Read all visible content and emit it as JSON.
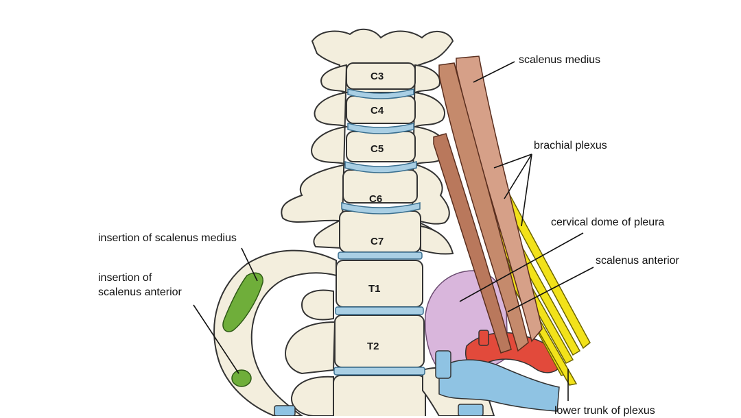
{
  "vertebrae": [
    "C3",
    "C4",
    "C5",
    "C6",
    "C7",
    "T1",
    "T2"
  ],
  "labels": {
    "scalenus_medius": "scalenus medius",
    "brachial_plexus": "brachial plexus",
    "cervical_dome": "cervical dome of pleura",
    "scalenus_anterior": "scalenus anterior",
    "insertion_medius": "insertion of scalenus medius",
    "insertion_anterior_line1": "insertion of",
    "insertion_anterior_line2": "scalenus anterior",
    "lower_trunk": "lower trunk of plexus"
  },
  "colors": {
    "bone": "#f3eedd",
    "bone_outline": "#3a3a3a",
    "disc": "#a9cfe4",
    "muscle": "#c58a6c",
    "nerve": "#f2e21a",
    "pleura": "#d9b6dc",
    "artery": "#e24a3b",
    "vein": "#8fc3e3",
    "insertion": "#6fae3a"
  }
}
